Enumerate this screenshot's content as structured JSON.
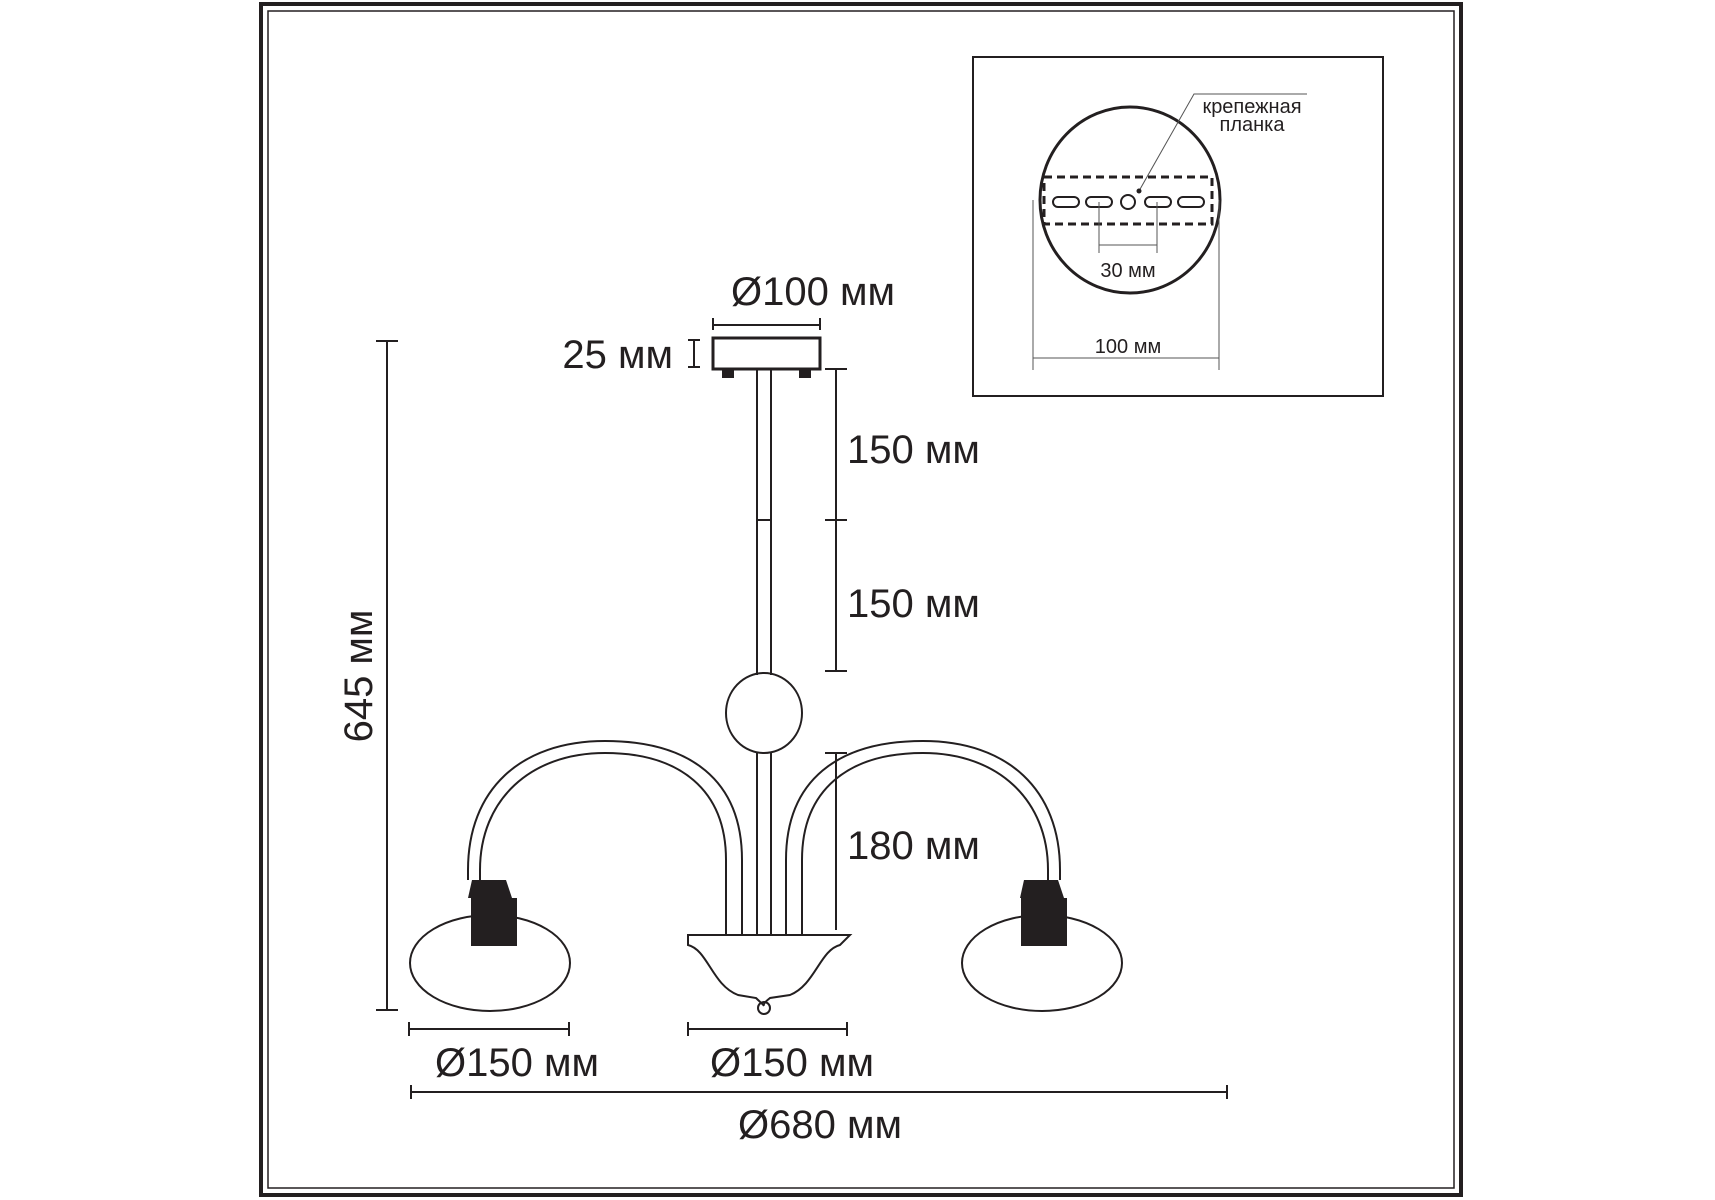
{
  "dimensions": {
    "canopy_diameter": "Ø100 мм",
    "canopy_height": "25 мм",
    "rod_upper": "150 мм",
    "rod_lower": "150 мм",
    "arm_height": "180 мм",
    "total_height": "645 мм",
    "shade_diameter": "Ø150 мм",
    "bowl_diameter": "Ø150 мм",
    "total_diameter": "Ø680 мм"
  },
  "inset": {
    "bracket_label_line1": "крепежная",
    "bracket_label_line2": "планка",
    "hole_spacing": "30 мм",
    "plate_width": "100 мм"
  }
}
